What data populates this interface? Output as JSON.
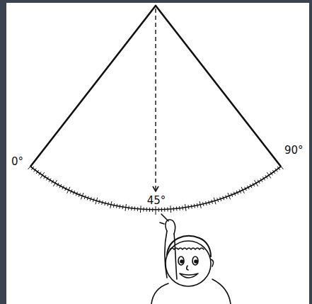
{
  "diagram": {
    "labels": [
      "0°",
      "90°",
      "45°"
    ]
  }
}
